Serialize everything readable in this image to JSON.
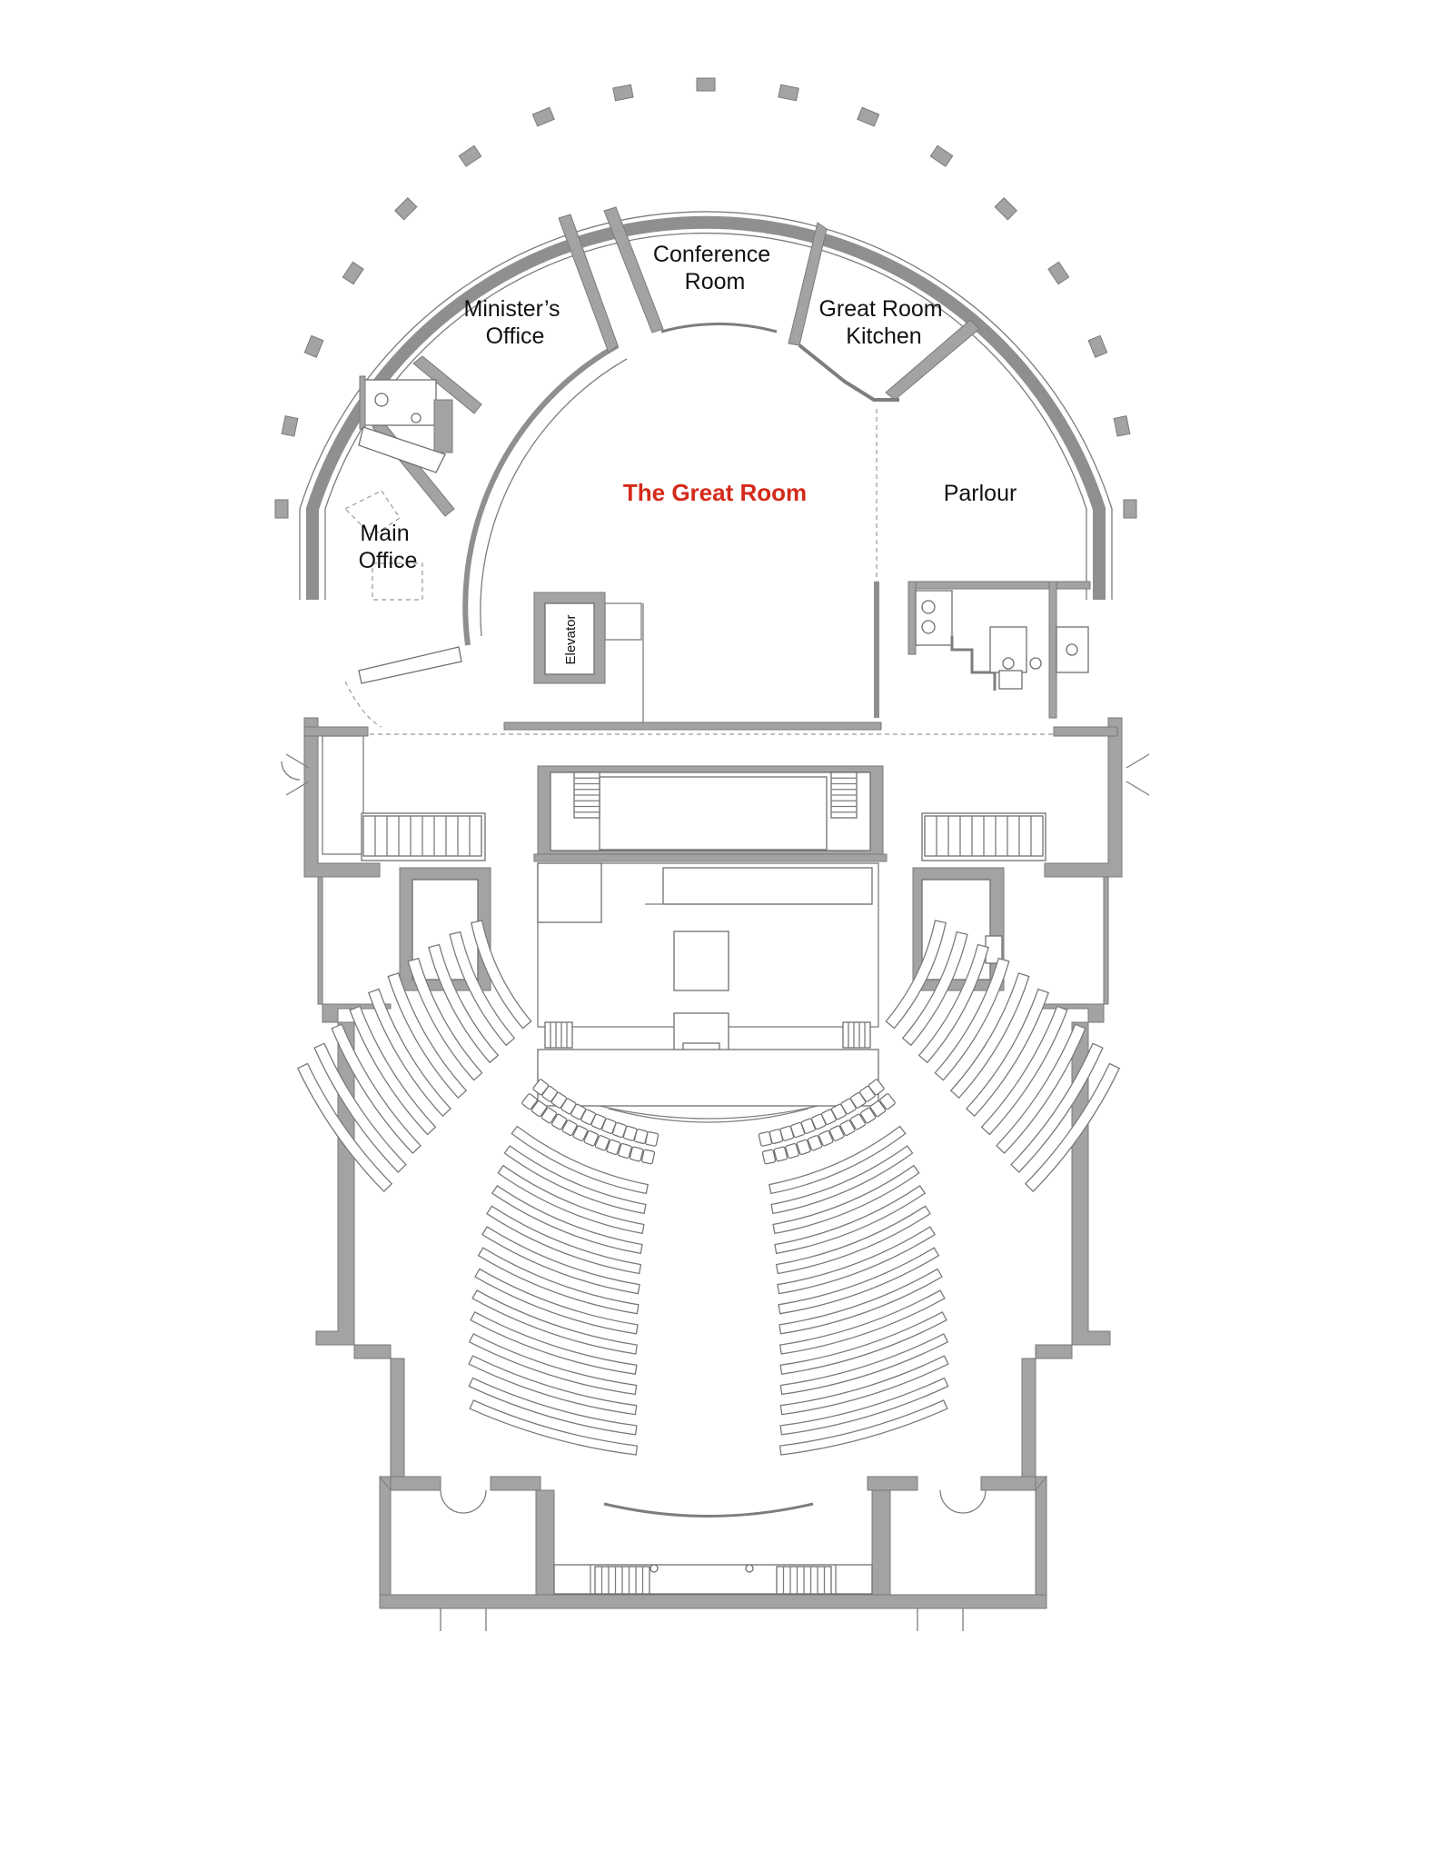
{
  "rooms": {
    "conference_room": {
      "line1": "Conference",
      "line2": "Room"
    },
    "ministers_office": {
      "line1": "Minister’s",
      "line2": "Office"
    },
    "great_room_kitchen": {
      "line1": "Great Room",
      "line2": "Kitchen"
    },
    "great_room": {
      "label": "The Great Room"
    },
    "parlour": {
      "label": "Parlour"
    },
    "main_office": {
      "line1": "Main",
      "line2": "Office"
    },
    "elevator": {
      "label": "Elevator"
    }
  },
  "colors": {
    "great_room_label": "#d42a1a",
    "wall_fill": "#a3a3a3",
    "line": "#7d7d7d",
    "background": "#ffffff"
  }
}
